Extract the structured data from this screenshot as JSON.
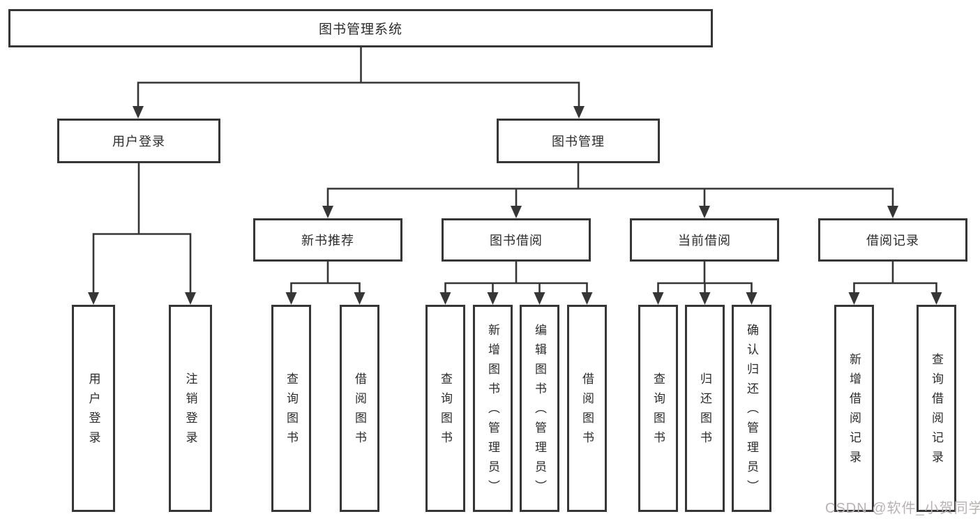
{
  "diagram": {
    "type": "hierarchy-tree",
    "root": "图书管理系统",
    "branches": [
      {
        "label": "用户登录",
        "children": [
          "用户登录",
          "注销登录"
        ]
      },
      {
        "label": "图书管理",
        "children": [
          {
            "label": "新书推荐",
            "children": [
              "查询图书",
              "借阅图书"
            ]
          },
          {
            "label": "图书借阅",
            "children": [
              "查询图书",
              "新增图书（管理员）",
              "编辑图书（管理员）",
              "借阅图书"
            ]
          },
          {
            "label": "当前借阅",
            "children": [
              "查询图书",
              "归还图书",
              "确认归还（管理员）"
            ]
          },
          {
            "label": "借阅记录",
            "children": [
              "新增借阅记录",
              "查询借阅记录"
            ]
          }
        ]
      }
    ]
  },
  "watermark": "CSDN @软件_小贺同学",
  "colors": {
    "line": "#363636",
    "box_border": "#363636",
    "text": "#2b2b2b",
    "background": "#ffffff",
    "watermark": "#b9b2b2"
  }
}
